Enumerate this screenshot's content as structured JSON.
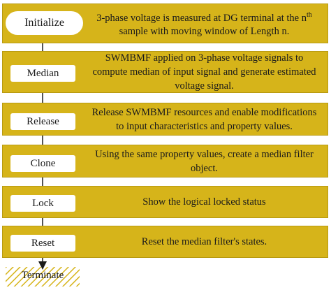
{
  "steps": [
    {
      "label": "Initialize",
      "desc_pre": "3-phase voltage is measured at DG terminal at the n",
      "desc_sup": "th",
      "desc_post": "sample with moving window of Length n."
    },
    {
      "label": "Median",
      "desc": "SWMBMF applied on 3-phase voltage signals to compute median of input signal and generate estimated voltage signal."
    },
    {
      "label": "Release",
      "desc": "Release SWMBMF resources and enable modifications to input characteristics and property values."
    },
    {
      "label": "Clone",
      "desc": "Using the same property values, create a median filter object."
    },
    {
      "label": "Lock",
      "desc": "Show the logical locked status"
    },
    {
      "label": "Reset",
      "desc": "Reset the median filter's states."
    }
  ],
  "terminate": {
    "label": "Terminate"
  },
  "colors": {
    "box_fill": "#d6b41a",
    "label_fill": "#ffffff",
    "connector": "#1a1a1a",
    "hatch": "#d6b41a"
  }
}
